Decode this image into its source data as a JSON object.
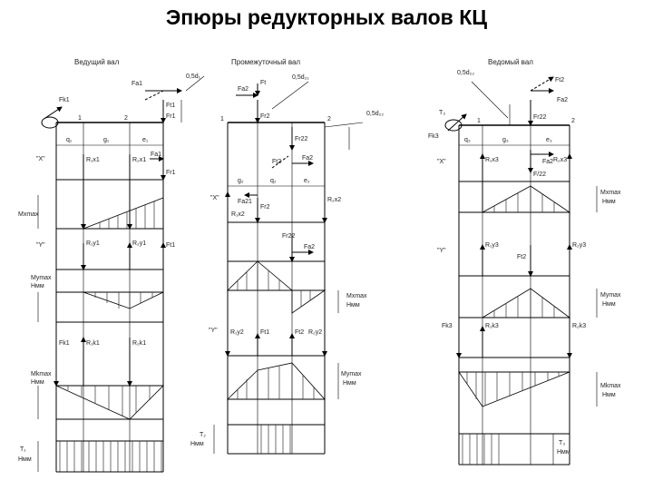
{
  "title": "Эпюры редукторных валов КЦ",
  "shaft1": {
    "caption": "Ведущий вал",
    "forces_top": [
      "Fa1",
      "Ft1",
      "Fr1",
      "Fk1"
    ],
    "dim_d": "0,5d₁",
    "points": [
      "1",
      "2"
    ],
    "spans": [
      "q₁",
      "g₁",
      "e₁"
    ],
    "x_label": "\"X\"",
    "x_forces": [
      "R₁x1",
      "R₂x1",
      "Fa1",
      "Fr1"
    ],
    "mx_label": "Mxmax",
    "y_label": "\"Y\"",
    "y_forces": [
      "R₁y1",
      "R₂y1",
      "Ft1"
    ],
    "my_label": "Mymax",
    "my_unit": "Hмм",
    "k_forces": [
      "Fk1",
      "R₁k1",
      "R₂k1"
    ],
    "mk_label": "Mkmax",
    "mk_unit": "Hмм",
    "t_label": "T₁",
    "t_unit": "Hмм"
  },
  "shaft2": {
    "caption": "Промежуточный вал",
    "forces_top": [
      "Fa2",
      "Ft",
      "Fr2"
    ],
    "dim_d21": "0,5d₂₁",
    "dim_d22": "0,5d₂₂",
    "points": [
      "1",
      "2"
    ],
    "spans": [
      "g₂",
      "q₂",
      "e₂"
    ],
    "mid_forces": [
      "Fr22",
      "Ft2",
      "Fa2"
    ],
    "x_label": "\"X\"",
    "x_forces": [
      "Fa21",
      "R₁x2",
      "Fr2",
      "R₂x2",
      "Fr22",
      "Fa2"
    ],
    "mx_label": "Mxmax",
    "mx_unit": "Hмм",
    "y_label": "\"Y\"",
    "y_forces": [
      "R₁y2",
      "Ft1",
      "Ft2",
      "R₂y2"
    ],
    "my_label": "Mymax",
    "my_unit": "Hмм",
    "t_label": "T₂",
    "t_unit": "Hмм"
  },
  "shaft3": {
    "caption": "Ведомый вал",
    "forces_top": [
      "Ft2",
      "Fa2",
      "Fr22"
    ],
    "dim_d": "0,5d₂₂",
    "torque": "T₃",
    "fk": "Fk3",
    "points": [
      "1",
      "2"
    ],
    "spans": [
      "q₃",
      "g₃",
      "e₃"
    ],
    "x_label": "\"X\"",
    "x_forces": [
      "R₁x3",
      "F/22",
      "Fa2",
      "R₂x3"
    ],
    "mx_label": "Mxmax",
    "mx_unit": "Hмм",
    "y_label": "\"Y\"",
    "y_forces": [
      "R₁y3",
      "Ft2",
      "R₂y3"
    ],
    "my_label": "Mymax",
    "my_unit": "Hмм",
    "k_forces": [
      "Fk3",
      "R₁k3",
      "R₂k3"
    ],
    "mk_label": "Mkmax",
    "mk_unit": "Hмм",
    "t_label": "T₃",
    "t_unit": "Hмм"
  }
}
